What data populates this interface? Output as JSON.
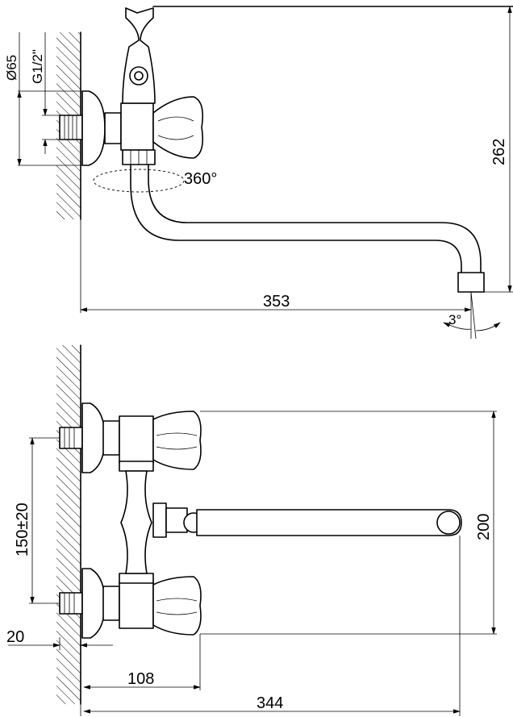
{
  "side_view": {
    "diameter_label": "Ø65",
    "thread_label": "G1/2\"",
    "rotation_label": "360°",
    "height_label": "262",
    "length_label": "353",
    "angle_label": "3°"
  },
  "front_view": {
    "spacing_label": "150±20",
    "height_label": "200",
    "offset_label": "20",
    "handle_label": "108",
    "length_label": "344"
  }
}
